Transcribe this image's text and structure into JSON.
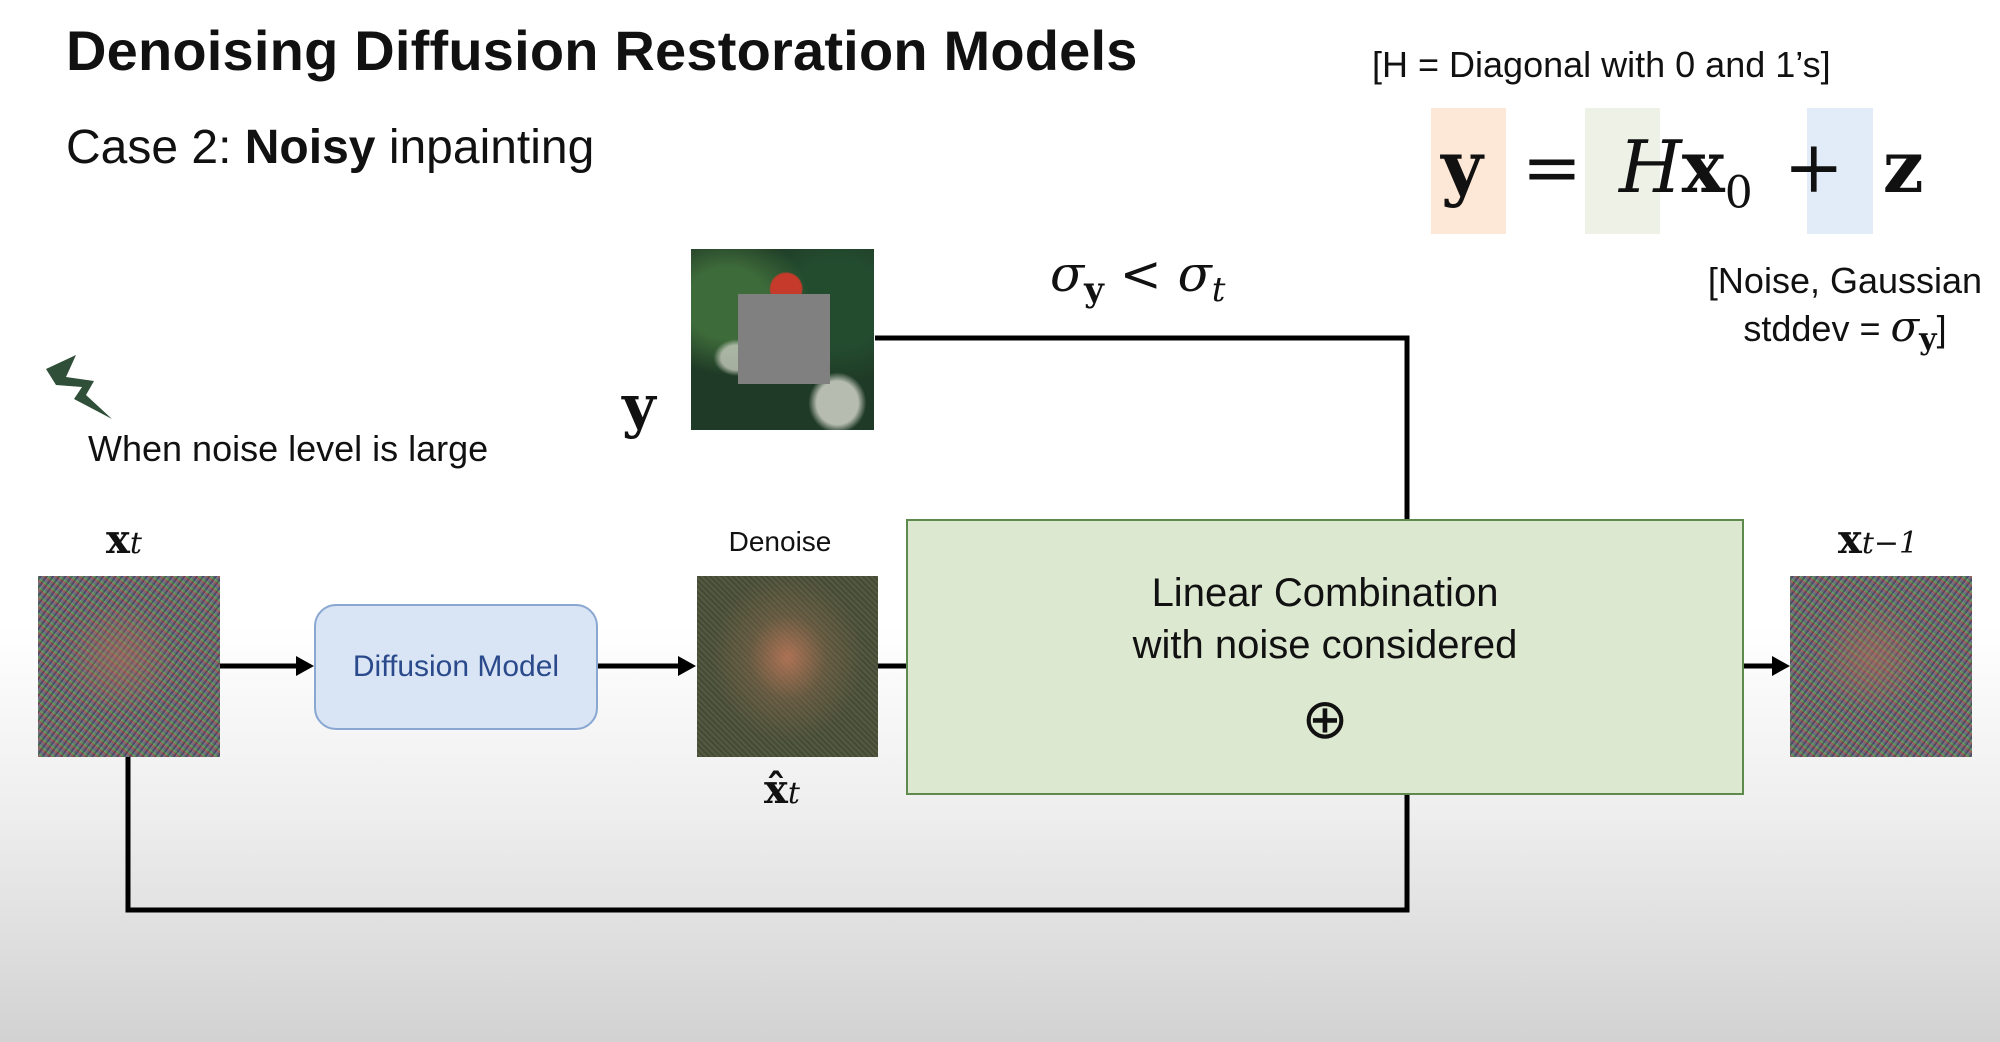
{
  "header": {
    "title": "Denoising Diffusion Restoration Models",
    "subtitle_prefix": "Case 2: ",
    "subtitle_bold": "Noisy",
    "subtitle_suffix": " inpainting"
  },
  "equation": {
    "h_description": "[H = Diagonal with 0 and 1’s]",
    "y": "y",
    "equals": "=",
    "H": "H",
    "x": "x",
    "x_sub": "0",
    "plus": "+",
    "z": "z",
    "colors": {
      "y_bg": "#fde7d6",
      "Hx_bg": "#eef2e6",
      "z_bg": "#e2ecf8"
    }
  },
  "noise_note": {
    "line1": "[Noise, Gaussian",
    "line2_prefix": "stddev = ",
    "sigma": "σ",
    "sigma_sub": "y",
    "line2_suffix": "]"
  },
  "condition": {
    "sigma_y": "σ",
    "sub_y": "y",
    "less": " < ",
    "sigma_t": "σ",
    "sub_t": "t"
  },
  "observation": {
    "label": "y"
  },
  "warning": {
    "text": "When noise level is large",
    "icon": "lightning-icon"
  },
  "nodes": {
    "xt_label": "x",
    "xt_sub": "t",
    "xt1_label": "x",
    "xt1_sub": "t−1",
    "denoise_label": "Denoise",
    "xhat_label": "x̂",
    "xhat_sub": "t",
    "diffusion_model": "Diffusion Model",
    "linear_line1": "Linear Combination",
    "linear_line2": "with noise considered",
    "oplus": "⊕"
  },
  "colors": {
    "diffusion_box_bg": "#d9e4f5",
    "linear_box_bg": "#dde8d0",
    "wire": "#000000"
  }
}
